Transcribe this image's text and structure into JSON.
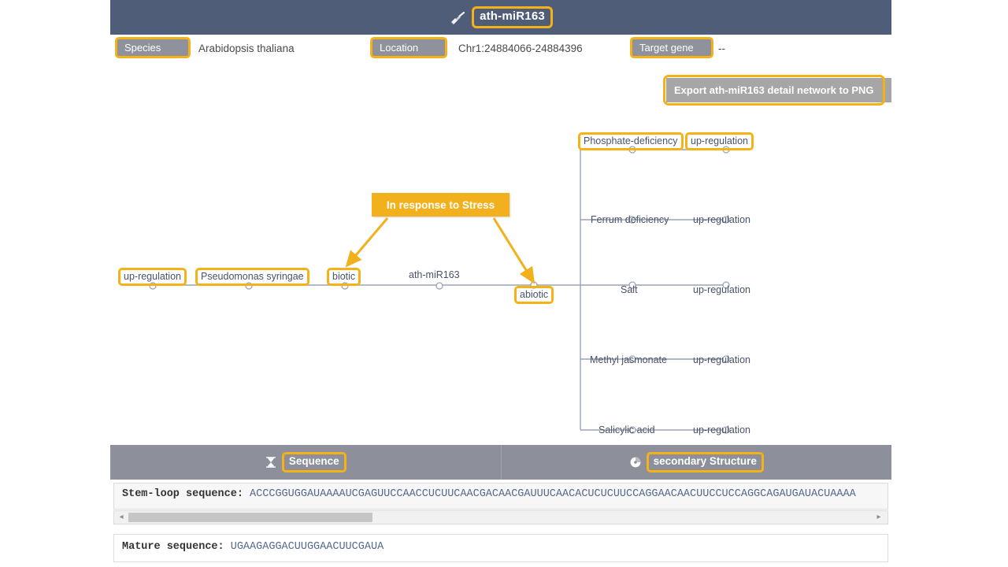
{
  "header": {
    "icon": "broom-icon",
    "title": "ath-miR163"
  },
  "info": {
    "species_label": "Species",
    "species_value": "Arabidopsis thaliana",
    "location_label": "Location",
    "location_value": "Chr1:24884066-24884396",
    "target_label": "Target gene",
    "target_value": "--"
  },
  "toolbar": {
    "export_label": "Export ath-miR163 detail network to PNG"
  },
  "network": {
    "center_label": "ath-miR163",
    "annotation": "In response to Stress",
    "biotic_label": "biotic",
    "abiotic_label": "abiotic",
    "biotic_branch": {
      "stress": "Pseudomonas syringae",
      "regulation": "up-regulation"
    },
    "abiotic_branches": [
      {
        "stress": "Phosphate-deficiency",
        "regulation": "up-regulation"
      },
      {
        "stress": "Ferrum deficiency",
        "regulation": "up-regulation"
      },
      {
        "stress": "Salt",
        "regulation": "up-regulation"
      },
      {
        "stress": "Methyl jasmonate",
        "regulation": "up-regulation"
      },
      {
        "stress": "Salicylic acid",
        "regulation": "up-regulation"
      }
    ]
  },
  "tabs": [
    {
      "label": "Sequence",
      "icon": "hourglass-icon"
    },
    {
      "label": "secondary Structure",
      "icon": "circle-structure-icon"
    }
  ],
  "sequences": {
    "stemloop_label": "Stem-loop sequence:",
    "stemloop_value": "ACCCGGUGGAUAAAAUCGAGUUCCAACCUCUUCAACGACAACGAUUUCAACACUCUCUUCCAGGAACAACUUCCUCCAGGCAGAUGAUACUAAAA",
    "mature_label": "Mature sequence:",
    "mature_value": "UGAAGAGGACUUGGAACUUCGAUA"
  },
  "scrollbar": {
    "left_arrow": "◂",
    "right_arrow": "▸"
  },
  "colors": {
    "header_bg": "#505d78",
    "chip_bg": "#8f929c",
    "highlight": "#f5b216",
    "annotation_bg": "#f2b01c",
    "tabbar_bg": "#8d909b",
    "node_text": "#4a5268"
  }
}
